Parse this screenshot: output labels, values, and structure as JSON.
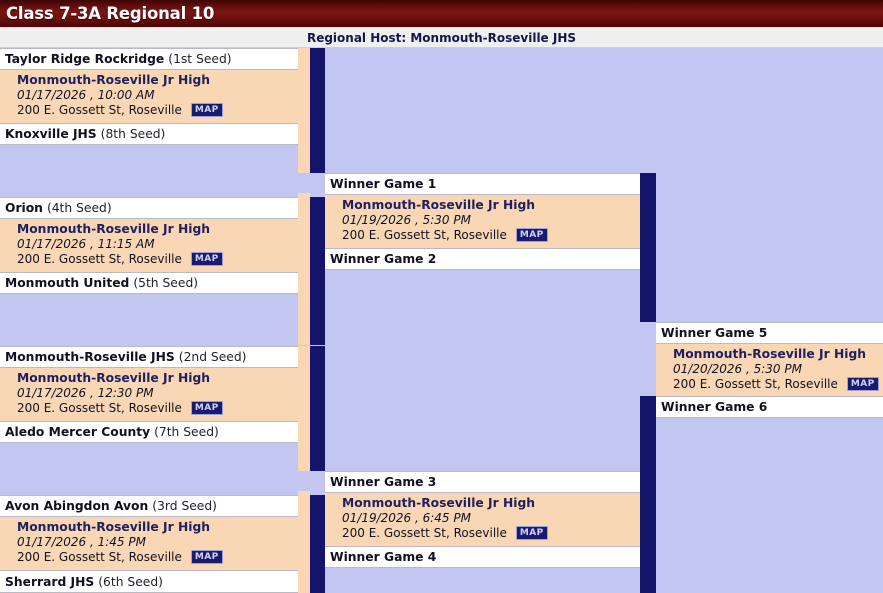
{
  "header": {
    "title": "Class 7-3A Regional 10",
    "host_label": "Regional Host: Monmouth-Roseville JHS"
  },
  "venue": {
    "name": "Monmouth-Roseville Jr High",
    "address": "200 E. Gossett St, Roseville",
    "map_label": "MAP"
  },
  "teams": [
    {
      "name": "Taylor Ridge Rockridge",
      "seed": "(1st Seed)"
    },
    {
      "name": "Knoxville JHS",
      "seed": "(8th Seed)"
    },
    {
      "name": "Orion",
      "seed": "(4th Seed)"
    },
    {
      "name": "Monmouth United",
      "seed": "(5th Seed)"
    },
    {
      "name": "Monmouth-Roseville JHS",
      "seed": "(2nd Seed)"
    },
    {
      "name": "Aledo Mercer County",
      "seed": "(7th Seed)"
    },
    {
      "name": "Avon Abingdon Avon",
      "seed": "(3rd Seed)"
    },
    {
      "name": "Sherrard JHS",
      "seed": "(6th Seed)"
    }
  ],
  "winners": [
    {
      "label": "Winner Game 1"
    },
    {
      "label": "Winner Game 2"
    },
    {
      "label": "Winner Game 3"
    },
    {
      "label": "Winner Game 4"
    },
    {
      "label": "Winner Game 5"
    },
    {
      "label": "Winner Game 6"
    }
  ],
  "games": [
    {
      "id": "game-1",
      "venue": "Monmouth-Roseville Jr High",
      "when": "01/17/2026 , 10:00 AM",
      "address": "200 E. Gossett St, Roseville",
      "map_label": "MAP"
    },
    {
      "id": "game-2",
      "venue": "Monmouth-Roseville Jr High",
      "when": "01/17/2026 , 11:15 AM",
      "address": "200 E. Gossett St, Roseville",
      "map_label": "MAP"
    },
    {
      "id": "game-3",
      "venue": "Monmouth-Roseville Jr High",
      "when": "01/17/2026 , 12:30 PM",
      "address": "200 E. Gossett St, Roseville",
      "map_label": "MAP"
    },
    {
      "id": "game-4",
      "venue": "Monmouth-Roseville Jr High",
      "when": "01/17/2026 , 1:45 PM",
      "address": "200 E. Gossett St, Roseville",
      "map_label": "MAP"
    },
    {
      "id": "game-5",
      "venue": "Monmouth-Roseville Jr High",
      "when": "01/19/2026 , 5:30 PM",
      "address": "200 E. Gossett St, Roseville",
      "map_label": "MAP"
    },
    {
      "id": "game-6",
      "venue": "Monmouth-Roseville Jr High",
      "when": "01/19/2026 , 6:45 PM",
      "address": "200 E. Gossett St, Roseville",
      "map_label": "MAP"
    },
    {
      "id": "game-7",
      "venue": "Monmouth-Roseville Jr High",
      "when": "01/20/2026 , 5:30 PM",
      "address": "200 E. Gossett St, Roseville",
      "map_label": "MAP"
    }
  ],
  "colors": {
    "title_bar": "#5d0b0b",
    "host_bar": "#efefef",
    "bracket_bg": "#c3c6f0",
    "game_bg": "#fad7b4",
    "connector": "#14146b",
    "slot_bg": "#ffffff",
    "venue_text": "#202060",
    "map_badge_bg": "#1a1a6e"
  }
}
